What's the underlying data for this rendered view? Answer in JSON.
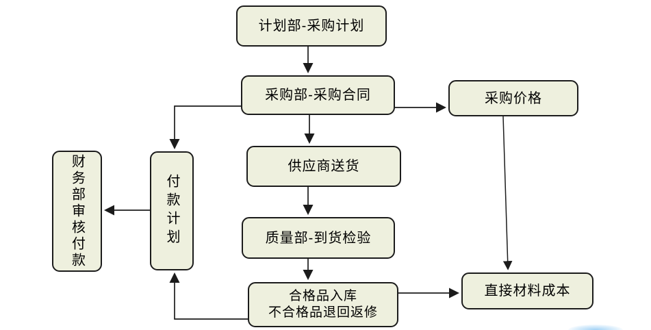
{
  "diagram": {
    "type": "flowchart",
    "background_color": "#ffffff",
    "node_fill_color": "#eef0de",
    "node_border_color": "#1b1b1b",
    "arrow_color": "#1b1b1b",
    "text_color": "#000000",
    "watermark_color": "#6eb9f0",
    "nodes": {
      "plan": {
        "label": "计划部-采购计划"
      },
      "contract": {
        "label": "采购部-采购合同"
      },
      "price": {
        "label": "采购价格"
      },
      "delivery": {
        "label": "供应商送货"
      },
      "inspection": {
        "label": "质量部-到货检验"
      },
      "warehouse": {
        "lines": [
          "合格品入库",
          "不合格品退回返修"
        ]
      },
      "material_cost": {
        "label": "直接材料成本"
      },
      "payment_plan": {
        "label": "付款计划"
      },
      "finance_audit": {
        "label": "财务部审核付款"
      }
    },
    "edges": [
      {
        "from": "plan",
        "to": "contract"
      },
      {
        "from": "contract",
        "to": "price"
      },
      {
        "from": "contract",
        "to": "delivery"
      },
      {
        "from": "contract",
        "to": "payment_plan"
      },
      {
        "from": "delivery",
        "to": "inspection"
      },
      {
        "from": "inspection",
        "to": "warehouse"
      },
      {
        "from": "warehouse",
        "to": "material_cost"
      },
      {
        "from": "price",
        "to": "material_cost"
      },
      {
        "from": "payment_plan",
        "to": "finance_audit"
      },
      {
        "from": "warehouse",
        "to": "payment_plan"
      }
    ]
  }
}
